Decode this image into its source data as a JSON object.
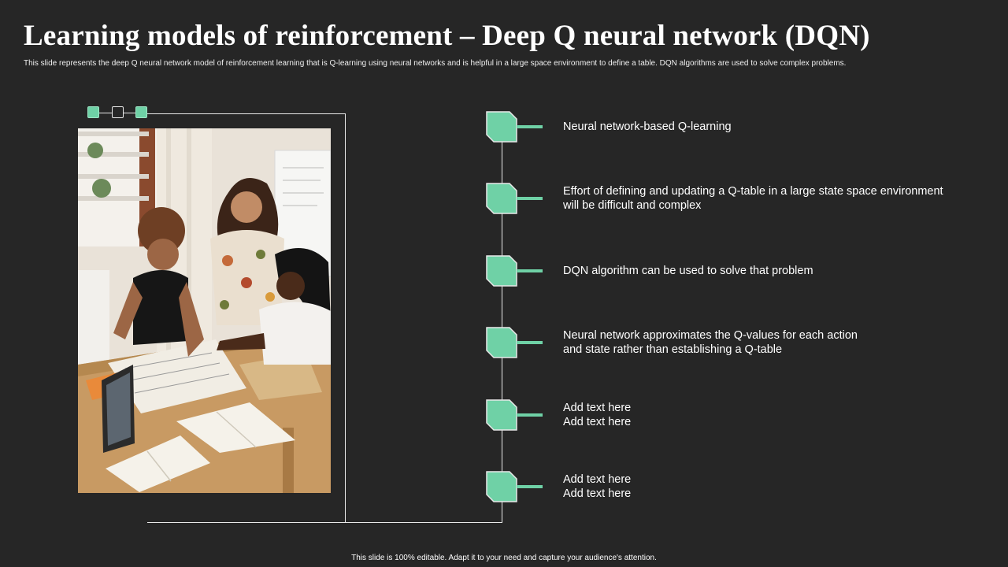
{
  "slide": {
    "title": "Learning models of reinforcement – Deep Q neural network (DQN)",
    "subtitle": "This slide represents the deep Q neural network model of reinforcement learning that is Q-learning using neural networks and is helpful in a large space environment to define a table. DQN  algorithms are used to solve complex problems.",
    "footer": "This slide is 100% editable.  Adapt it to your need and capture your audience's attention."
  },
  "colors": {
    "background": "#262626",
    "accent": "#6fd1a6",
    "line": "#e8e8e8"
  },
  "image": {
    "name": "photo-students-studying"
  },
  "items": [
    {
      "line1": "Neural network-based Q-learning",
      "line2": ""
    },
    {
      "line1": "Effort of defining and updating a Q-table in a large state space environment",
      "line2": "will be difficult and complex"
    },
    {
      "line1": "DQN algorithm can be used to solve that problem",
      "line2": ""
    },
    {
      "line1": "Neural network approximates the Q-values for each action",
      "line2": "and state rather than establishing a Q-table"
    },
    {
      "line1": "Add text here",
      "line2": "Add text here"
    },
    {
      "line1": "Add text here",
      "line2": "Add text here"
    }
  ]
}
